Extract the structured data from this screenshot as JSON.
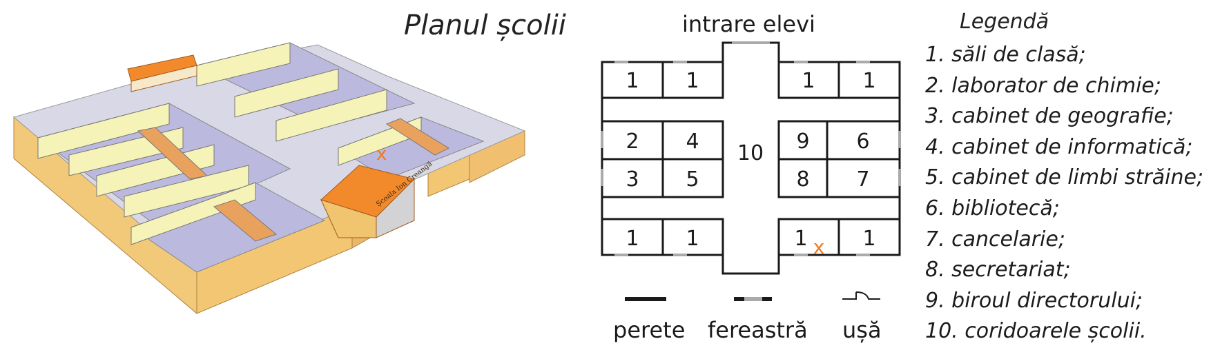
{
  "title": "Planul școlii",
  "plan": {
    "entrance_label": "intrare elevi",
    "marker": "x",
    "rooms": {
      "tl1": "1",
      "tl2": "1",
      "tr1": "1",
      "tr2": "1",
      "r2": "2",
      "r4": "4",
      "r3": "3",
      "r5": "5",
      "corridor": "10",
      "r9": "9",
      "r6": "6",
      "r8": "8",
      "r7": "7",
      "bl1": "1",
      "bl2": "1",
      "br1": "1",
      "br2": "1"
    }
  },
  "key": {
    "wall": "perete",
    "window": "fereastră",
    "door": "ușă"
  },
  "legend": {
    "title": "Legendă",
    "items": [
      "1. săli de clasă;",
      "2. laborator de chimie;",
      "3. cabinet de geografie;",
      "4. cabinet de informatică;",
      "5. cabinet de limbi străine;",
      "6. bibliotecă;",
      "7. cancelarie;",
      "8. secretariat;",
      "9. biroul directorului;",
      "10. coridoarele școlii."
    ]
  },
  "building_sign": "Școala Ion Creangă",
  "colors": {
    "wall_light": "#f6f3b8",
    "wall_dark": "#e9a25d",
    "floor": "#b9b6dd",
    "corridor": "#d8d8e4",
    "roof": "#f28a2c",
    "marker": "#f07a1f"
  }
}
